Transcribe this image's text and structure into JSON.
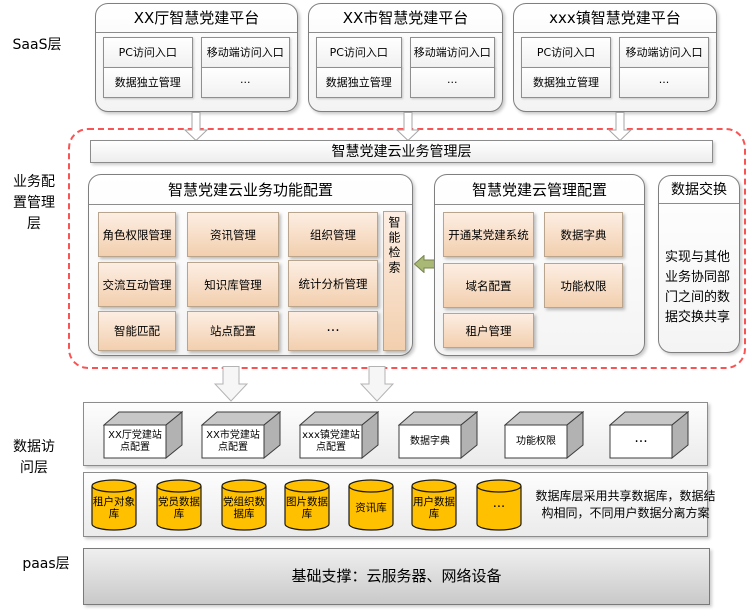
{
  "layer_labels": {
    "saas": "SaaS层",
    "business": "业务配置管理层",
    "data": "数据访问层",
    "paas": "paas层"
  },
  "saas_platforms": [
    {
      "title": "XX厅智慧党建平台",
      "pc": "PC访问入口",
      "mobile": "移动端访问入口",
      "data_mgmt": "数据独立管理",
      "more": "···"
    },
    {
      "title": "XX市智慧党建平台",
      "pc": "PC访问入口",
      "mobile": "移动端访问入口",
      "data_mgmt": "数据独立管理",
      "more": "···"
    },
    {
      "title": "xxx镇智慧党建平台",
      "pc": "PC访问入口",
      "mobile": "移动端访问入口",
      "data_mgmt": "数据独立管理",
      "more": "···"
    }
  ],
  "business_layer": {
    "bar_title": "智慧党建云业务管理层",
    "function_config": {
      "title": "智慧党建云业务功能配置",
      "items": [
        "角色权限管理",
        "资讯管理",
        "组织管理",
        "交流互动管理",
        "知识库管理",
        "统计分析管理",
        "智能匹配",
        "站点配置",
        "···"
      ],
      "side_item": "智能检索"
    },
    "manage_config": {
      "title": "智慧党建云管理配置",
      "items": [
        "开通某党建系统",
        "数据字典",
        "域名配置",
        "功能权限",
        "租户管理"
      ]
    },
    "data_exchange": {
      "title": "数据交换",
      "description": "实现与其他业务协同部门之间的数据交换共享"
    }
  },
  "data_layer": {
    "config_cubes": [
      "XX厅党建站点配置",
      "XX市党建站点配置",
      "xxx镇党建站点配置",
      "数据字典",
      "功能权限",
      "···"
    ],
    "databases": [
      "租户对象库",
      "党员数据库",
      "党组织数据库",
      "图片数据库",
      "资讯库",
      "用户数据库",
      "···"
    ],
    "note": "数据库层采用共享数据库，数据结构相同，不同用户数据分离方案"
  },
  "paas_layer": {
    "text": "基础支撑：云服务器、网络设备"
  },
  "colors": {
    "database_fill": "#FFC000",
    "module_fill_top": "#FDEEE3",
    "module_fill_bottom": "#F2CFAE",
    "dashed_border": "#F95353",
    "green_arrow": "#A9B874"
  }
}
